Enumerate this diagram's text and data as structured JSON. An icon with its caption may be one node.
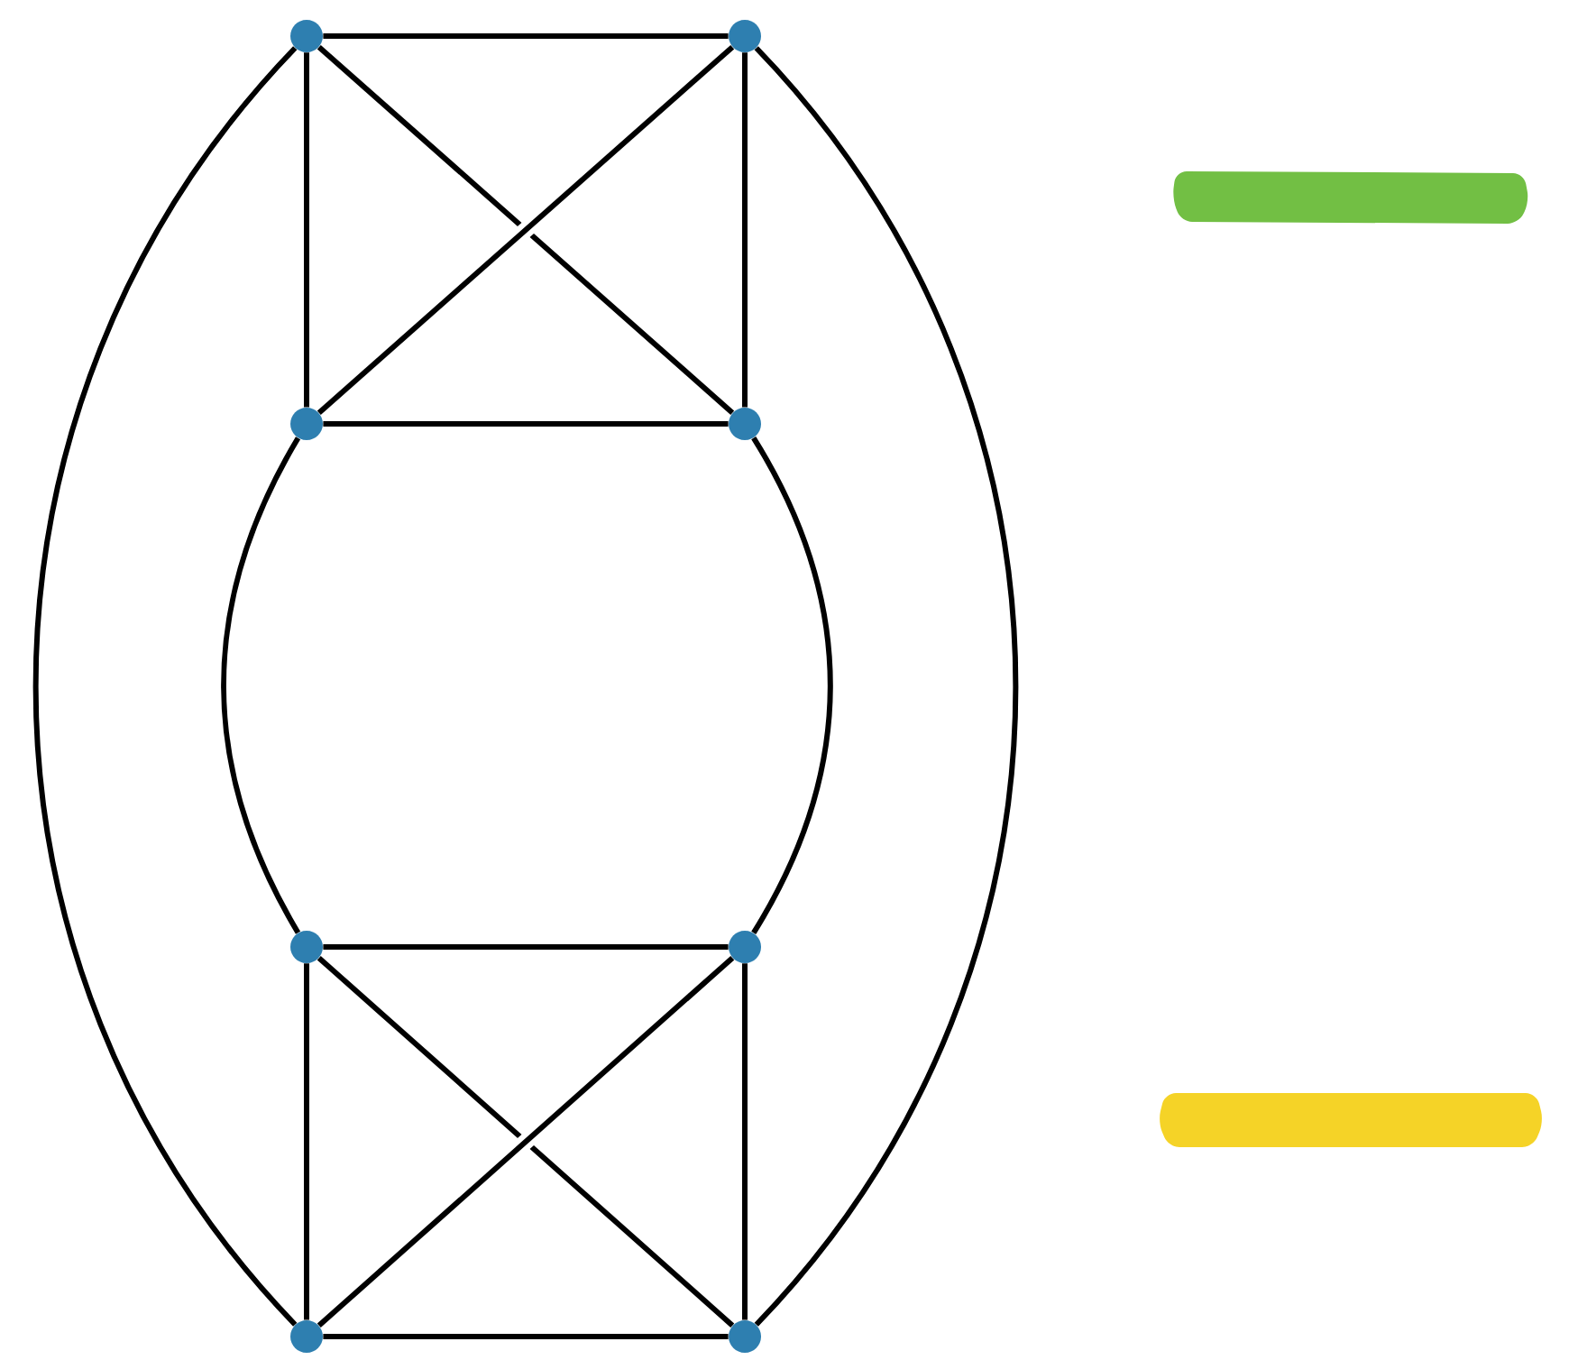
{
  "diagram": {
    "nodes": [
      {
        "text": [],
        "shape": "circle"
      },
      {
        "text": [],
        "shape": "circle"
      },
      {
        "text": [],
        "shape": "circle"
      },
      {
        "text": [],
        "shape": "circle"
      },
      {
        "text": [],
        "shape": "circle"
      },
      {
        "text": [],
        "shape": "circle"
      },
      {
        "text": [],
        "shape": "circle"
      },
      {
        "text": [],
        "shape": "circle"
      }
    ],
    "edges": [
      {
        "from": 0,
        "to": 1,
        "arrow": "none"
      },
      {
        "from": 0,
        "to": 2,
        "arrow": "none"
      },
      {
        "from": 0,
        "to": 3,
        "arrow": "none"
      },
      {
        "from": 1,
        "to": 2,
        "arrow": "none"
      },
      {
        "from": 1,
        "to": 3,
        "arrow": "none"
      },
      {
        "from": 2,
        "to": 3,
        "arrow": "none"
      },
      {
        "from": 4,
        "to": 5,
        "arrow": "none"
      },
      {
        "from": 4,
        "to": 6,
        "arrow": "none"
      },
      {
        "from": 4,
        "to": 7,
        "arrow": "none"
      },
      {
        "from": 5,
        "to": 6,
        "arrow": "none"
      },
      {
        "from": 5,
        "to": 7,
        "arrow": "none"
      },
      {
        "from": 6,
        "to": 7,
        "arrow": "none"
      },
      {
        "from": 2,
        "to": 4,
        "arrow": "none"
      },
      {
        "from": 3,
        "to": 5,
        "arrow": "none"
      },
      {
        "from": 0,
        "to": 6,
        "arrow": "none"
      },
      {
        "from": 1,
        "to": 7,
        "arrow": "none"
      }
    ]
  }
}
